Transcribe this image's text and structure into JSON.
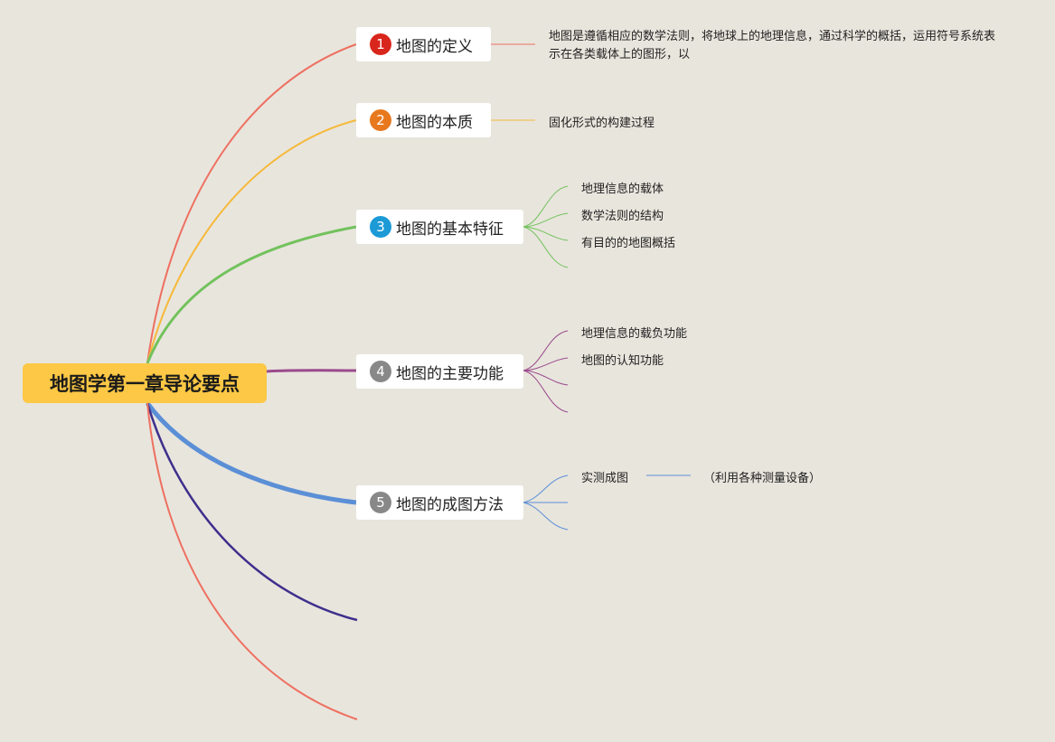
{
  "root": {
    "label": "地图学第一章导论要点"
  },
  "colors": {
    "background": "#e8e5dd",
    "root_fill": "#fcc845",
    "branch_1": "#ee7060",
    "branch_2": "#f6b93a",
    "branch_3": "#72c25c",
    "branch_4": "#9a4a8c",
    "branch_5": "#5b8fd6",
    "branch_6": "#3e2f8c",
    "branch_7": "#ee7060",
    "badge_1": "#d9261c",
    "badge_2": "#e8781e",
    "badge_3": "#1c9ad6",
    "badge_4": "#888888",
    "badge_5": "#888888"
  },
  "branches": [
    {
      "number": "1",
      "label": "地图的定义"
    },
    {
      "number": "2",
      "label": "地图的本质"
    },
    {
      "number": "3",
      "label": "地图的基本特征"
    },
    {
      "number": "4",
      "label": "地图的主要功能"
    },
    {
      "number": "5",
      "label": "地图的成图方法"
    }
  ],
  "details": {
    "definition": "地图是遵循相应的数学法则，将地球上的地理信息，通过科学的概括，运用符号系统表示在各类载体上的图形，以",
    "essence": "固化形式的构建过程",
    "features": [
      "地理信息的载体",
      "数学法则的结构",
      "有目的的地图概括"
    ],
    "functions": [
      "地理信息的载负功能",
      "地图的认知功能"
    ],
    "methods": [
      "实测成图"
    ],
    "methods_note": "（利用各种测量设备）"
  }
}
